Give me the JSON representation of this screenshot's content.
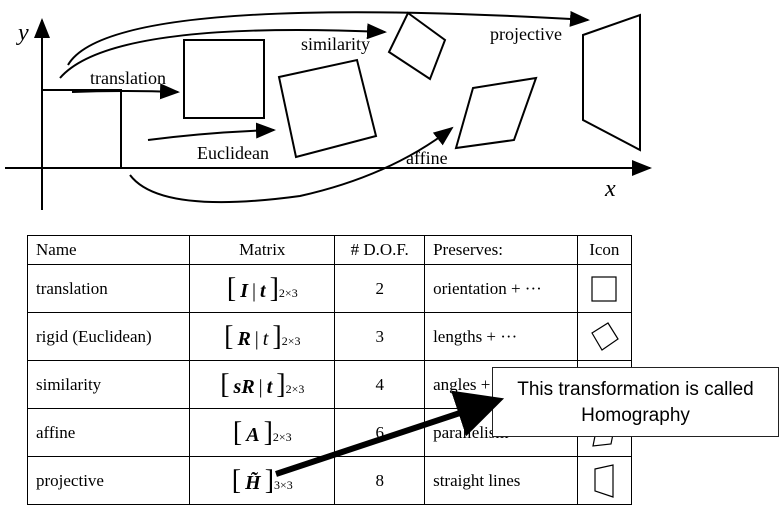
{
  "diagram": {
    "axis_y_label": "y",
    "axis_x_label": "x",
    "labels": {
      "translation": "translation",
      "euclidean": "Euclidean",
      "similarity": "similarity",
      "affine": "affine",
      "projective": "projective"
    }
  },
  "table": {
    "headers": [
      "Name",
      "Matrix",
      "# D.O.F.",
      "Preserves:",
      "Icon"
    ],
    "rows": [
      {
        "name": "translation",
        "matrix_left": "I",
        "matrix_right": "t",
        "matrix_size": "2×3",
        "dof": "2",
        "preserves": "orientation + ···",
        "icon": "square-icon"
      },
      {
        "name": "rigid (Euclidean)",
        "matrix_left": "R",
        "matrix_right": "t",
        "matrix_size": "2×3",
        "dof": "3",
        "preserves": "lengths + ···",
        "icon": "rotated-square-icon"
      },
      {
        "name": "similarity",
        "matrix_left": "sR",
        "matrix_right": "t",
        "matrix_size": "2×3",
        "dof": "4",
        "preserves": "angles + ···",
        "icon": "scaled-square-icon"
      },
      {
        "name": "affine",
        "matrix_left": "A",
        "matrix_right": "",
        "matrix_size": "2×3",
        "dof": "6",
        "preserves": "parallelism + ···",
        "icon": "parallelogram-icon"
      },
      {
        "name": "projective",
        "matrix_left": "H̃",
        "matrix_right": "",
        "matrix_size": "3×3",
        "dof": "8",
        "preserves": "straight lines",
        "icon": "trapezoid-icon"
      }
    ]
  },
  "callout": {
    "line1": "This transformation is called",
    "line2": "Homography"
  }
}
